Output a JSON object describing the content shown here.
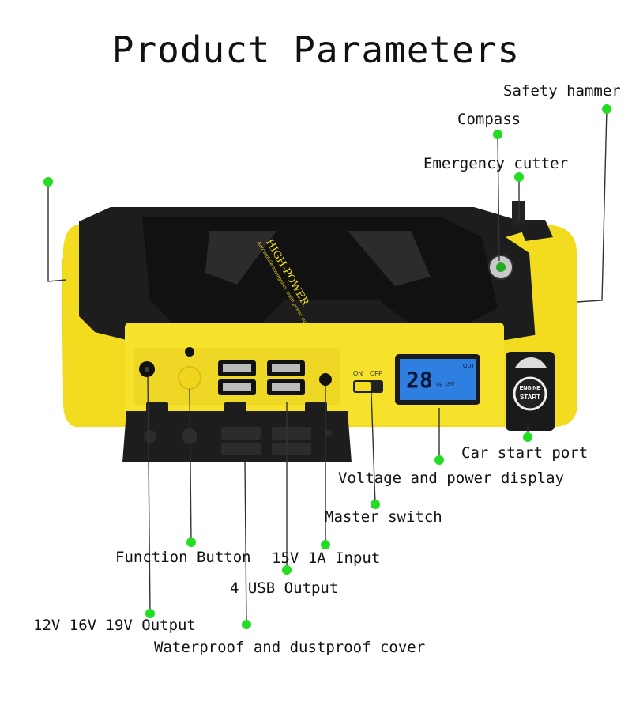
{
  "header": {
    "title": "Product Parameters"
  },
  "device": {
    "brand_line1": "HIGH-POWER",
    "brand_line2": "Automobile emergency multi power supply",
    "switch_on": "ON",
    "switch_off": "OFF",
    "lcd_value": "28",
    "lcd_unit": "%",
    "lcd_voltage": "19V",
    "lcd_out": "OUT",
    "engine_line1": "ENGINE",
    "engine_line2": "START"
  },
  "callouts": {
    "safety_hammer": "Safety hammer",
    "compass": "Compass",
    "emergency_cutter": "Emergency cutter",
    "car_start_port": "Car start port",
    "voltage_display": "Voltage and power display",
    "master_switch": "Master switch",
    "function_button": "Function Button",
    "input": "15V 1A Input",
    "usb_output": "4 USB Output",
    "dc_output": "12V 16V 19V Output",
    "cover": "Waterproof and dustproof cover"
  },
  "colors": {
    "body_yellow": "#f3dc1f",
    "shell_black": "#1d1d1d",
    "dot_green": "#22dd22",
    "lcd_blue": "#2f7fe0"
  }
}
